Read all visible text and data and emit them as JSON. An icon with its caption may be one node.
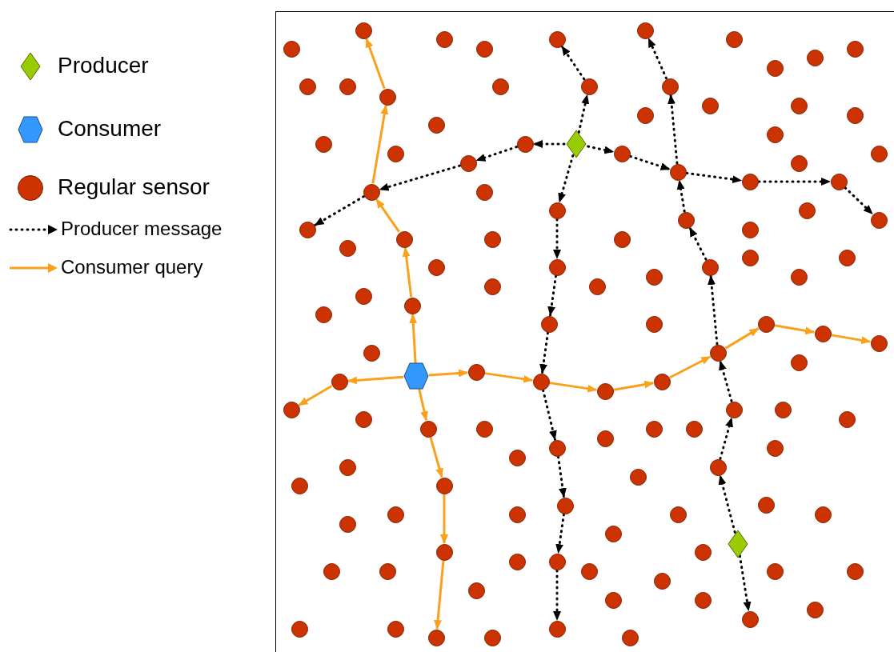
{
  "diagram": {
    "nodes": [
      {
        "text": [],
        "shape": "circle"
      },
      {
        "text": [],
        "shape": "circle"
      },
      {
        "text": [],
        "shape": "circle"
      },
      {
        "text": [],
        "shape": "circle"
      },
      {
        "text": [],
        "shape": "circle"
      },
      {
        "text": [],
        "shape": "circle"
      },
      {
        "text": [],
        "shape": "circle"
      },
      {
        "text": [],
        "shape": "circle"
      },
      {
        "text": [],
        "shape": "circle"
      },
      {
        "text": [],
        "shape": "circle"
      },
      {
        "text": [],
        "shape": "circle"
      },
      {
        "text": [],
        "shape": "circle"
      },
      {
        "text": [],
        "shape": "circle"
      },
      {
        "text": [],
        "shape": "circle"
      },
      {
        "text": [],
        "shape": "circle"
      },
      {
        "text": [],
        "shape": "circle"
      },
      {
        "text": [],
        "shape": "circle"
      },
      {
        "text": [],
        "shape": "circle"
      },
      {
        "text": [],
        "shape": "circle"
      },
      {
        "text": [],
        "shape": "circle"
      },
      {
        "text": [],
        "shape": "circle"
      },
      {
        "text": [],
        "shape": "circle"
      },
      {
        "text": [],
        "shape": "circle"
      },
      {
        "text": [],
        "shape": "circle"
      },
      {
        "text": [],
        "shape": "diamond"
      },
      {
        "text": [],
        "shape": "circle"
      },
      {
        "text": [],
        "shape": "circle"
      },
      {
        "text": [],
        "shape": "circle"
      },
      {
        "text": [],
        "shape": "circle"
      },
      {
        "text": [],
        "shape": "circle"
      },
      {
        "text": [],
        "shape": "circle"
      },
      {
        "text": [],
        "shape": "circle"
      },
      {
        "text": [],
        "shape": "circle"
      },
      {
        "text": [],
        "shape": "circle"
      },
      {
        "text": [],
        "shape": "circle"
      },
      {
        "text": [],
        "shape": "circle"
      },
      {
        "text": [],
        "shape": "circle"
      },
      {
        "text": [],
        "shape": "circle"
      },
      {
        "text": [],
        "shape": "circle"
      },
      {
        "text": [],
        "shape": "circle"
      },
      {
        "text": [],
        "shape": "circle"
      },
      {
        "text": [],
        "shape": "circle"
      },
      {
        "text": [],
        "shape": "circle"
      },
      {
        "text": [],
        "shape": "circle"
      },
      {
        "text": [],
        "shape": "circle"
      },
      {
        "text": [],
        "shape": "circle"
      },
      {
        "text": [],
        "shape": "circle"
      },
      {
        "text": [],
        "shape": "circle"
      },
      {
        "text": [],
        "shape": "circle"
      },
      {
        "text": [],
        "shape": "circle"
      },
      {
        "text": [],
        "shape": "circle"
      },
      {
        "text": [],
        "shape": "circle"
      },
      {
        "text": [],
        "shape": "circle"
      },
      {
        "text": [],
        "shape": "circle"
      },
      {
        "text": [],
        "shape": "circle"
      },
      {
        "text": [],
        "shape": "circle"
      },
      {
        "text": [],
        "shape": "circle"
      },
      {
        "text": [],
        "shape": "circle"
      },
      {
        "text": [],
        "shape": "circle"
      },
      {
        "text": [],
        "shape": "circle"
      },
      {
        "text": [],
        "shape": "circle"
      },
      {
        "text": [],
        "shape": "circle"
      },
      {
        "text": [],
        "shape": "circle"
      },
      {
        "text": [],
        "shape": "circle"
      },
      {
        "text": [],
        "shape": "circle"
      },
      {
        "text": [],
        "shape": "circle"
      },
      {
        "text": [],
        "shape": "hexagon"
      },
      {
        "text": [],
        "shape": "circle"
      },
      {
        "text": [],
        "shape": "circle"
      },
      {
        "text": [],
        "shape": "circle"
      },
      {
        "text": [],
        "shape": "circle"
      },
      {
        "text": [],
        "shape": "circle"
      },
      {
        "text": [],
        "shape": "circle"
      },
      {
        "text": [],
        "shape": "circle"
      },
      {
        "text": [],
        "shape": "circle"
      },
      {
        "text": [],
        "shape": "circle"
      },
      {
        "text": [],
        "shape": "circle"
      },
      {
        "text": [],
        "shape": "circle"
      },
      {
        "text": [],
        "shape": "circle"
      },
      {
        "text": [],
        "shape": "circle"
      },
      {
        "text": [],
        "shape": "circle"
      },
      {
        "text": [],
        "shape": "circle"
      },
      {
        "text": [],
        "shape": "circle"
      },
      {
        "text": [],
        "shape": "circle"
      },
      {
        "text": [],
        "shape": "circle"
      },
      {
        "text": [],
        "shape": "circle"
      },
      {
        "text": [],
        "shape": "circle"
      },
      {
        "text": [],
        "shape": "circle"
      },
      {
        "text": [],
        "shape": "circle"
      },
      {
        "text": [],
        "shape": "circle"
      },
      {
        "text": [],
        "shape": "circle"
      },
      {
        "text": [],
        "shape": "circle"
      },
      {
        "text": [],
        "shape": "circle"
      },
      {
        "text": [],
        "shape": "circle"
      },
      {
        "text": [],
        "shape": "circle"
      },
      {
        "text": [],
        "shape": "circle"
      },
      {
        "text": [],
        "shape": "circle"
      },
      {
        "text": [],
        "shape": "diamond"
      },
      {
        "text": [],
        "shape": "circle"
      },
      {
        "text": [],
        "shape": "circle"
      },
      {
        "text": [],
        "shape": "circle"
      },
      {
        "text": [],
        "shape": "circle"
      },
      {
        "text": [],
        "shape": "circle"
      },
      {
        "text": [],
        "shape": "circle"
      },
      {
        "text": [],
        "shape": "circle"
      },
      {
        "text": [],
        "shape": "circle"
      },
      {
        "text": [],
        "shape": "circle"
      },
      {
        "text": [],
        "shape": "circle"
      },
      {
        "text": [],
        "shape": "circle"
      },
      {
        "text": [],
        "shape": "circle"
      },
      {
        "text": [],
        "shape": "circle"
      },
      {
        "text": [],
        "shape": "circle"
      },
      {
        "text": [],
        "shape": "circle"
      },
      {
        "text": [],
        "shape": "circle"
      },
      {
        "text": [],
        "shape": "circle"
      },
      {
        "text": [],
        "shape": "circle"
      },
      {
        "text": [],
        "shape": "circle"
      },
      {
        "text": [],
        "shape": "circle"
      },
      {
        "text": [],
        "shape": "circle"
      }
    ],
    "edges": [
      {
        "from": 24,
        "to": 23,
        "arrow": "to",
        "style": "dashed"
      },
      {
        "from": 23,
        "to": 28,
        "arrow": "to",
        "style": "dashed"
      },
      {
        "from": 28,
        "to": 33,
        "arrow": "to",
        "style": "dashed"
      },
      {
        "from": 33,
        "to": 39,
        "arrow": "to",
        "style": "dashed"
      },
      {
        "from": 24,
        "to": 13,
        "arrow": "to",
        "style": "dashed"
      },
      {
        "from": 13,
        "to": 3,
        "arrow": "to",
        "style": "dashed"
      },
      {
        "from": 24,
        "to": 26,
        "arrow": "to",
        "style": "dashed"
      },
      {
        "from": 26,
        "to": 30,
        "arrow": "to",
        "style": "dashed"
      },
      {
        "from": 30,
        "to": 31,
        "arrow": "to",
        "style": "dashed"
      },
      {
        "from": 31,
        "to": 32,
        "arrow": "to",
        "style": "dashed"
      },
      {
        "from": 32,
        "to": 38,
        "arrow": "to",
        "style": "dashed"
      },
      {
        "from": 30,
        "to": 14,
        "arrow": "to",
        "style": "dashed"
      },
      {
        "from": 14,
        "to": 1,
        "arrow": "to",
        "style": "dashed"
      },
      {
        "from": 24,
        "to": 35,
        "arrow": "to",
        "style": "dashed"
      },
      {
        "from": 35,
        "to": 48,
        "arrow": "to",
        "style": "dashed"
      },
      {
        "from": 48,
        "to": 57,
        "arrow": "to",
        "style": "dashed"
      },
      {
        "from": 57,
        "to": 68,
        "arrow": "to",
        "style": "dashed"
      },
      {
        "from": 68,
        "to": 81,
        "arrow": "to",
        "style": "dashed"
      },
      {
        "from": 81,
        "to": 89,
        "arrow": "to",
        "style": "dashed"
      },
      {
        "from": 89,
        "to": 101,
        "arrow": "to",
        "style": "dashed"
      },
      {
        "from": 101,
        "to": 115,
        "arrow": "to",
        "style": "dashed"
      },
      {
        "from": 97,
        "to": 85,
        "arrow": "to",
        "style": "dashed"
      },
      {
        "from": 85,
        "to": 72,
        "arrow": "to",
        "style": "dashed"
      },
      {
        "from": 72,
        "to": 63,
        "arrow": "to",
        "style": "dashed"
      },
      {
        "from": 63,
        "to": 49,
        "arrow": "to",
        "style": "dashed"
      },
      {
        "from": 49,
        "to": 37,
        "arrow": "to",
        "style": "dashed"
      },
      {
        "from": 37,
        "to": 30,
        "arrow": "to",
        "style": "dashed"
      },
      {
        "from": 97,
        "to": 112,
        "arrow": "to",
        "style": "dashed"
      },
      {
        "from": 66,
        "to": 67,
        "arrow": "to",
        "color": "#f9a11b"
      },
      {
        "from": 67,
        "to": 71,
        "arrow": "to",
        "color": "#f9a11b"
      },
      {
        "from": 66,
        "to": 55,
        "arrow": "to",
        "color": "#f9a11b"
      },
      {
        "from": 55,
        "to": 41,
        "arrow": "to",
        "color": "#f9a11b"
      },
      {
        "from": 41,
        "to": 33,
        "arrow": "to",
        "color": "#f9a11b"
      },
      {
        "from": 33,
        "to": 15,
        "arrow": "to",
        "color": "#f9a11b"
      },
      {
        "from": 15,
        "to": 0,
        "arrow": "to",
        "color": "#f9a11b"
      },
      {
        "from": 66,
        "to": 65,
        "arrow": "to",
        "color": "#f9a11b"
      },
      {
        "from": 65,
        "to": 68,
        "arrow": "to",
        "color": "#f9a11b"
      },
      {
        "from": 68,
        "to": 70,
        "arrow": "to",
        "color": "#f9a11b"
      },
      {
        "from": 70,
        "to": 69,
        "arrow": "to",
        "color": "#f9a11b"
      },
      {
        "from": 69,
        "to": 63,
        "arrow": "to",
        "color": "#f9a11b"
      },
      {
        "from": 63,
        "to": 59,
        "arrow": "to",
        "color": "#f9a11b"
      },
      {
        "from": 59,
        "to": 60,
        "arrow": "to",
        "color": "#f9a11b"
      },
      {
        "from": 60,
        "to": 61,
        "arrow": "to",
        "color": "#f9a11b"
      },
      {
        "from": 66,
        "to": 76,
        "arrow": "to",
        "color": "#f9a11b"
      },
      {
        "from": 76,
        "to": 88,
        "arrow": "to",
        "color": "#f9a11b"
      },
      {
        "from": 88,
        "to": 98,
        "arrow": "to",
        "color": "#f9a11b"
      },
      {
        "from": 98,
        "to": 116,
        "arrow": "to",
        "color": "#f9a11b"
      }
    ],
    "legend": [
      {
        "text": "Producer"
      },
      {
        "text": "Consumer"
      },
      {
        "text": "Regular sensor"
      },
      {
        "text": "Producer message"
      },
      {
        "text": "Consumer query"
      }
    ]
  }
}
